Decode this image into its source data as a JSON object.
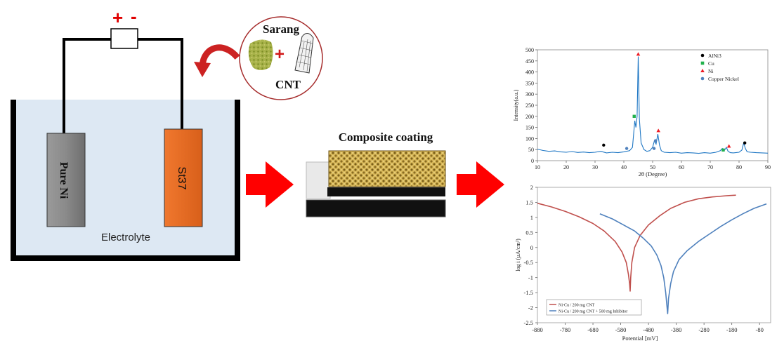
{
  "cell": {
    "polarity_plus": "+",
    "polarity_minus": "-",
    "anode_label": "Pure Ni",
    "cathode_label": "St37",
    "electrolyte_label": "Electrolyte",
    "additive_top": "Sarang",
    "additive_plus": "+",
    "additive_bottom": "CNT"
  },
  "coating": {
    "title": "Composite coating"
  },
  "colors": {
    "arrow_red": "#ff0000",
    "electrolyte": "#dde8f3",
    "anode": "#8c8c8c",
    "cathode": "#e8702a",
    "coating_gold": "#c8a448",
    "series_red": "#c0504d",
    "series_blue": "#4f81bd"
  },
  "chart_data": [
    {
      "type": "line",
      "title": "",
      "xlabel": "2θ (Degree)",
      "ylabel": "Intensity(a.u.)",
      "xlim": [
        10,
        90
      ],
      "ylim": [
        0,
        500
      ],
      "x_ticks": [
        "10",
        "20",
        "30",
        "40",
        "50",
        "60",
        "70",
        "80",
        "90"
      ],
      "y_ticks": [
        "0",
        "50",
        "100",
        "150",
        "200",
        "250",
        "300",
        "350",
        "400",
        "450",
        "500"
      ],
      "series": [
        {
          "color": "#1f77c4",
          "x": [
            10,
            12,
            14,
            16,
            18,
            20,
            22,
            24,
            26,
            28,
            30,
            32,
            34,
            36,
            38,
            40,
            42,
            43,
            43.8,
            44.2,
            44.6,
            45,
            45.4,
            46,
            47,
            48,
            49,
            50,
            50.6,
            51.2,
            51.8,
            52.4,
            53,
            54,
            56,
            58,
            60,
            62,
            64,
            66,
            68,
            70,
            72,
            73.5,
            74.2,
            75,
            75.6,
            76.2,
            77,
            78,
            80,
            81,
            81.6,
            82.2,
            82.8,
            84,
            86,
            88,
            90
          ],
          "y": [
            52,
            46,
            42,
            44,
            40,
            38,
            41,
            37,
            39,
            36,
            38,
            42,
            35,
            38,
            36,
            40,
            45,
            60,
            180,
            150,
            200,
            470,
            190,
            80,
            50,
            42,
            45,
            60,
            90,
            75,
            120,
            70,
            45,
            38,
            36,
            38,
            34,
            36,
            35,
            33,
            36,
            34,
            38,
            45,
            55,
            48,
            60,
            42,
            36,
            35,
            38,
            48,
            80,
            55,
            40,
            38,
            36,
            35,
            34
          ]
        }
      ],
      "markers": [
        {
          "name": "AlNi3",
          "color": "#000000",
          "shape": "circle",
          "x": [
            33,
            82
          ],
          "y": [
            70,
            80
          ]
        },
        {
          "name": "Cu",
          "color": "#22b14c",
          "shape": "square",
          "x": [
            43.6,
            74.5
          ],
          "y": [
            200,
            48
          ]
        },
        {
          "name": "Ni",
          "color": "#ed1c24",
          "shape": "triangle",
          "x": [
            45,
            52,
            76.5
          ],
          "y": [
            480,
            135,
            65
          ]
        },
        {
          "name": "Copper Nickel",
          "color": "#4f81bd",
          "shape": "circle",
          "x": [
            41,
            50.5,
            51
          ],
          "y": [
            55,
            55,
            90
          ]
        }
      ],
      "legend": [
        "AlNi3",
        "Cu",
        "Ni",
        "Copper Nickel"
      ],
      "legend_position": "top-right"
    },
    {
      "type": "line",
      "title": "",
      "xlabel": "Potential [mV]",
      "ylabel": "log i (µA/cm²)",
      "xlim": [
        -880,
        -40
      ],
      "ylim": [
        -2.5,
        2
      ],
      "x_ticks": [
        "-880",
        "-780",
        "-680",
        "-580",
        "-480",
        "-380",
        "-280",
        "-180",
        "-80"
      ],
      "y_ticks": [
        "2",
        "1.5",
        "1",
        "0.5",
        "0",
        "-0.5",
        "-1",
        "-1.5",
        "-2",
        "-2.5"
      ],
      "series": [
        {
          "name": "Ni-Cu / 200 mg CNT",
          "color": "#c0504d",
          "x": [
            -880,
            -830,
            -780,
            -730,
            -680,
            -640,
            -600,
            -575,
            -560,
            -552,
            -548,
            -546,
            -544,
            -540,
            -530,
            -510,
            -480,
            -440,
            -400,
            -350,
            -300,
            -250,
            -200,
            -165
          ],
          "y": [
            1.47,
            1.35,
            1.2,
            1.02,
            0.8,
            0.55,
            0.2,
            -0.15,
            -0.5,
            -0.9,
            -1.2,
            -1.45,
            -1.0,
            -0.5,
            0.0,
            0.4,
            0.75,
            1.05,
            1.3,
            1.5,
            1.62,
            1.68,
            1.72,
            1.74
          ]
        },
        {
          "name": "Ni-Cu / 200 mg CNT + 500 mg Inhibitor",
          "color": "#4f81bd",
          "x": [
            -655,
            -610,
            -570,
            -530,
            -500,
            -470,
            -450,
            -435,
            -425,
            -418,
            -414,
            -411,
            -408,
            -400,
            -390,
            -370,
            -340,
            -300,
            -260,
            -220,
            -180,
            -140,
            -100,
            -55
          ],
          "y": [
            1.12,
            0.95,
            0.75,
            0.55,
            0.32,
            0.05,
            -0.25,
            -0.6,
            -1.0,
            -1.5,
            -1.9,
            -2.2,
            -1.7,
            -1.2,
            -0.8,
            -0.4,
            -0.1,
            0.2,
            0.45,
            0.7,
            0.92,
            1.12,
            1.3,
            1.45
          ]
        }
      ],
      "legend": [
        "Ni-Cu / 200 mg CNT",
        "Ni-Cu / 200 mg CNT + 500 mg Inhibitor"
      ],
      "legend_position": "bottom-left"
    }
  ]
}
